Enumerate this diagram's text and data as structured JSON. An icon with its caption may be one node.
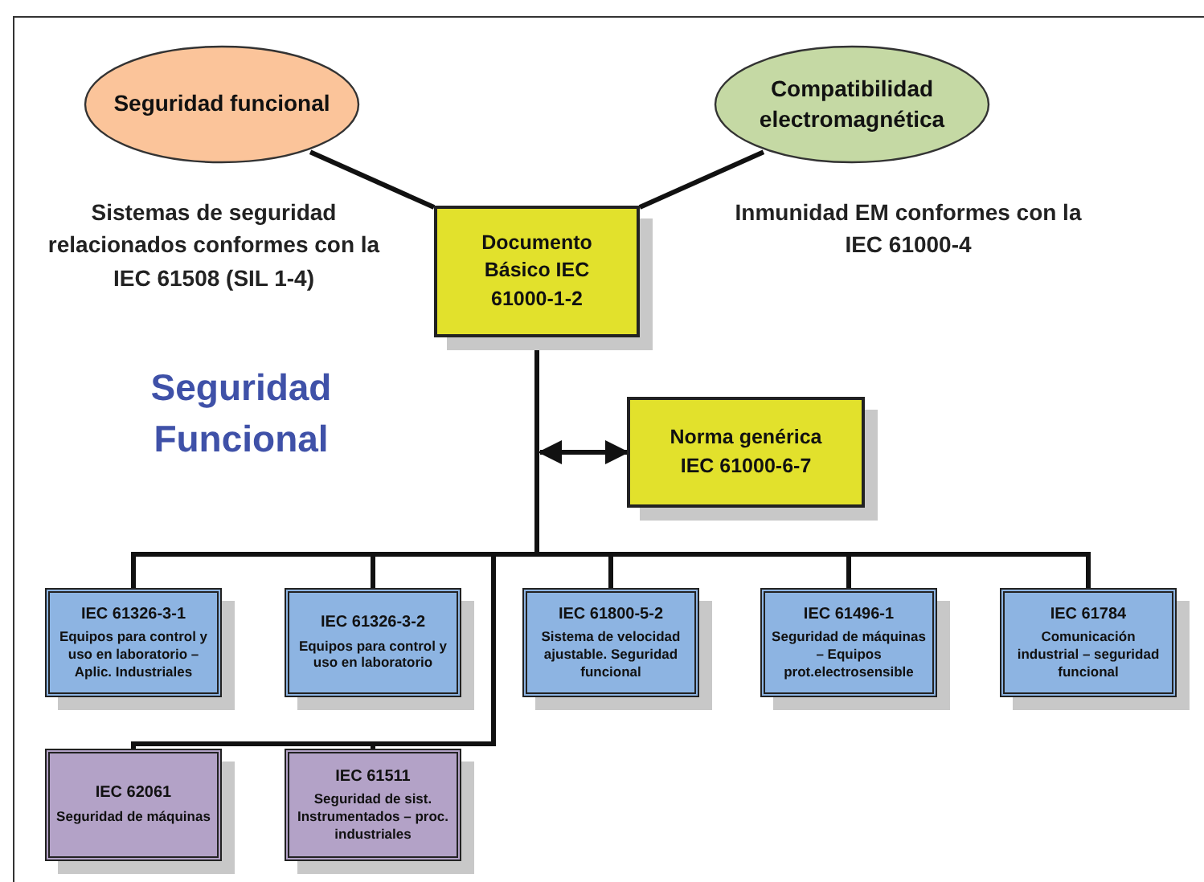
{
  "diagram": {
    "nodes": [
      {
        "text": [
          "Seguridad funcional"
        ]
      },
      {
        "text": [
          "Compatibilidad electromagnética"
        ]
      },
      {
        "text": [
          "Documento Básico IEC 61000-1-2"
        ]
      },
      {
        "text": [
          "Norma genérica IEC 61000-6-7"
        ]
      },
      {
        "text": [
          "IEC 61326-3-1",
          "Equipos para control y uso en laboratorio – Aplic. Industriales"
        ]
      },
      {
        "text": [
          "IEC 61326-3-2",
          "Equipos para control y uso en laboratorio"
        ]
      },
      {
        "text": [
          "IEC 61800-5-2",
          "Sistema de velocidad ajustable. Seguridad funcional"
        ]
      },
      {
        "text": [
          "IEC 61496-1",
          "Seguridad de máquinas – Equipos prot.electrosensible"
        ]
      },
      {
        "text": [
          "IEC 61784",
          "Comunicación industrial – seguridad funcional"
        ]
      },
      {
        "text": [
          "IEC 62061",
          "Seguridad de máquinas"
        ]
      },
      {
        "text": [
          "IEC 61511",
          "Seguridad de sist. Instrumentados – proc. industriales"
        ]
      }
    ],
    "edges": [
      {
        "from": 0,
        "to": 2,
        "arrow": "none"
      },
      {
        "from": 1,
        "to": 2,
        "arrow": "none"
      },
      {
        "from": null,
        "to": 3,
        "arrow": "both"
      },
      {
        "from": 2,
        "to": 4,
        "arrow": "none"
      },
      {
        "from": 2,
        "to": 5,
        "arrow": "none"
      },
      {
        "from": 2,
        "to": 6,
        "arrow": "none"
      },
      {
        "from": 2,
        "to": 7,
        "arrow": "none"
      },
      {
        "from": 2,
        "to": 8,
        "arrow": "none"
      },
      {
        "from": 2,
        "to": 9,
        "arrow": "none"
      },
      {
        "from": 2,
        "to": 10,
        "arrow": "none"
      }
    ],
    "labels": [
      "Sistemas de seguridad relacionados conformes con la IEC 61508 (SIL 1-4)",
      "Inmunidad EM conformes con la IEC 61000-4",
      "Seguridad Funcional"
    ]
  }
}
